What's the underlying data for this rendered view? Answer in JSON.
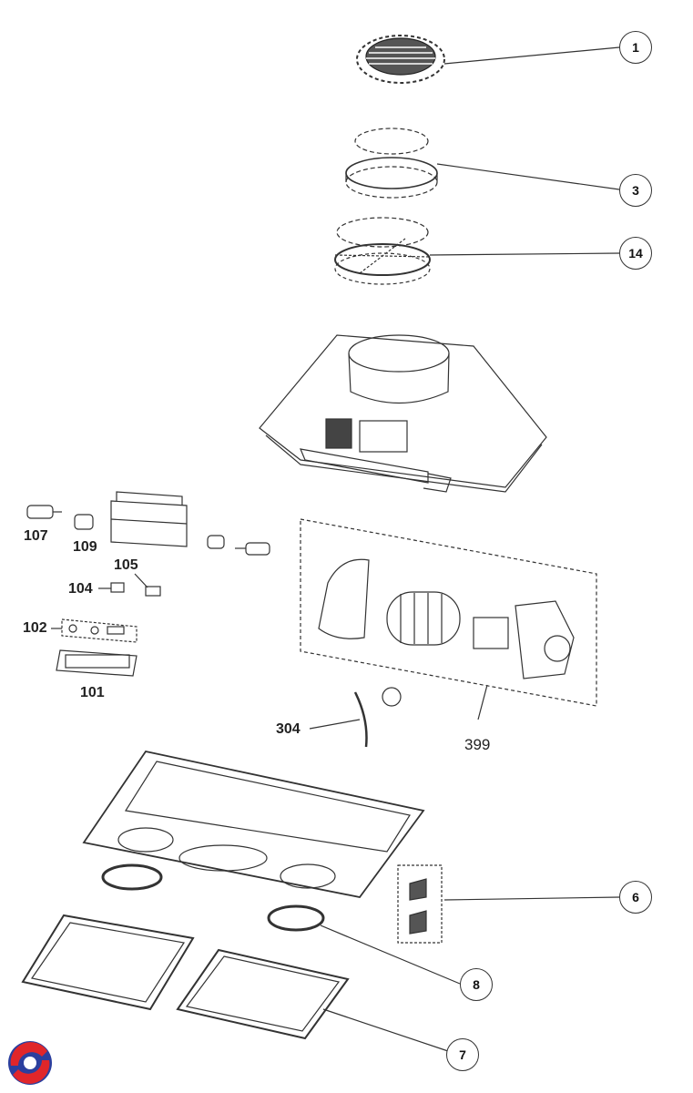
{
  "callouts": {
    "c1": "1",
    "c3": "3",
    "c14": "14",
    "c6": "6",
    "c8": "8",
    "c7": "7"
  },
  "labels": {
    "l107": "107",
    "l109": "109",
    "l105": "105",
    "l104": "104",
    "l102": "102",
    "l101": "101",
    "l304": "304",
    "l399": "399"
  },
  "colors": {
    "line": "#333333",
    "logo_red": "#e0262a",
    "logo_blue": "#2b3f9e"
  }
}
